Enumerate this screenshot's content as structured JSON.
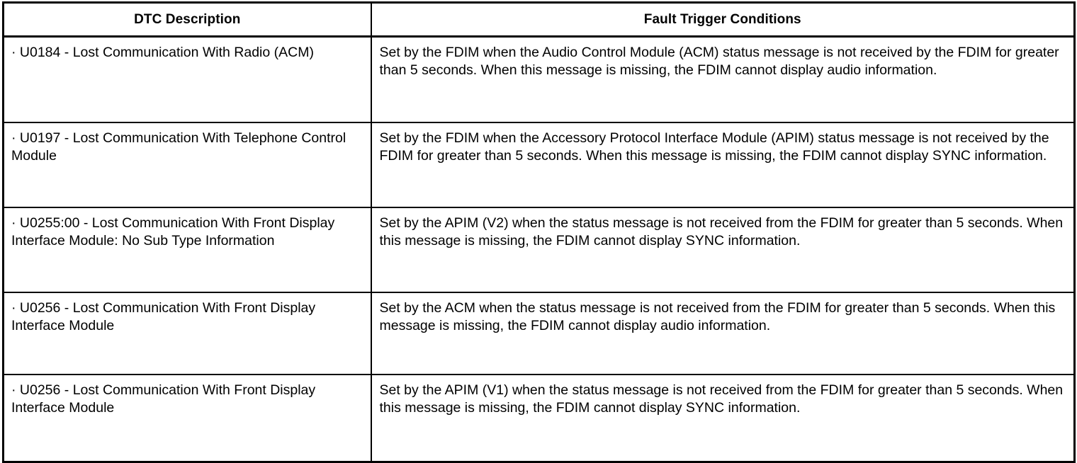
{
  "table": {
    "columns": [
      {
        "key": "dtc_description",
        "header": "DTC Description"
      },
      {
        "key": "fault_trigger_conditions",
        "header": "Fault Trigger Conditions"
      }
    ],
    "bullet_glyph": "·",
    "rows": [
      {
        "dtc_description": "· U0184 - Lost Communication With Radio (ACM)",
        "fault_trigger_conditions": "Set by the FDIM when the Audio Control Module (ACM) status message is not received by the FDIM for greater than 5 seconds. When this message is missing, the FDIM cannot display audio information."
      },
      {
        "dtc_description": "· U0197 - Lost Communication With Telephone Control Module",
        "fault_trigger_conditions": "Set by the FDIM when the Accessory Protocol Interface Module (APIM) status message is not received by the FDIM for greater than 5 seconds. When this message is missing, the FDIM cannot display SYNC information."
      },
      {
        "dtc_description": "· U0255:00 - Lost Communication With Front Display Interface Module: No Sub Type Information",
        "fault_trigger_conditions": "Set by the APIM (V2) when the status message is not received from the FDIM for greater than 5 seconds. When this message is missing, the FDIM cannot display SYNC information."
      },
      {
        "dtc_description": "· U0256 - Lost Communication With Front Display Interface Module",
        "fault_trigger_conditions": "Set by the ACM when the status message is not received from the FDIM for greater than 5 seconds. When this message is missing, the FDIM cannot display audio information."
      },
      {
        "dtc_description": "· U0256 - Lost Communication With Front Display Interface Module",
        "fault_trigger_conditions": "Set by the APIM (V1) when the status message is not received from the FDIM for greater than 5 seconds. When this message is missing, the FDIM cannot display SYNC information."
      }
    ]
  },
  "colors": {
    "border": "#000000",
    "text": "#000000",
    "background": "#ffffff"
  }
}
